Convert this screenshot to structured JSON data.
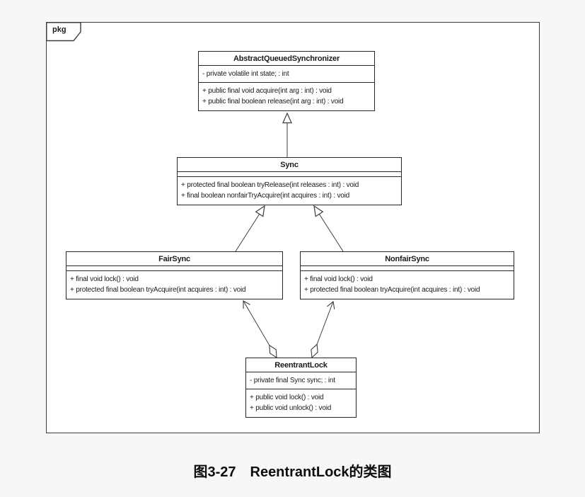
{
  "package": {
    "label": "pkg"
  },
  "caption": "图3-27　ReentrantLock的类图",
  "classes": [
    {
      "name": "AbstractQueuedSynchronizer",
      "attributes": [
        "- private volatile int state; : int"
      ],
      "methods": [
        "+ public final void acquire(int arg : int) : void",
        "+ public final boolean release(int arg : int) : void"
      ]
    },
    {
      "name": "Sync",
      "attributes": [],
      "methods": [
        "+ protected final boolean tryRelease(int releases : int) : void",
        "+ final boolean nonfairTryAcquire(int acquires : int) : void"
      ]
    },
    {
      "name": "FairSync",
      "attributes": [],
      "methods": [
        "+ final void lock() : void",
        "+ protected final boolean tryAcquire(int acquires : int) : void"
      ]
    },
    {
      "name": "NonfairSync",
      "attributes": [],
      "methods": [
        "+ final void lock() : void",
        "+ protected final boolean tryAcquire(int acquires : int) : void"
      ]
    },
    {
      "name": "ReentrantLock",
      "attributes": [
        "- private final Sync sync; : int"
      ],
      "methods": [
        "+ public void lock() : void",
        "+ public void unlock() : void"
      ]
    }
  ],
  "relationships": [
    {
      "from": "Sync",
      "to": "AbstractQueuedSynchronizer",
      "type": "generalization"
    },
    {
      "from": "FairSync",
      "to": "Sync",
      "type": "generalization"
    },
    {
      "from": "NonfairSync",
      "to": "Sync",
      "type": "generalization"
    },
    {
      "from": "ReentrantLock",
      "to": "FairSync",
      "type": "aggregation"
    },
    {
      "from": "ReentrantLock",
      "to": "NonfairSync",
      "type": "aggregation"
    }
  ],
  "colors": {
    "page_background": "#f7f7f8",
    "diagram_background": "#ffffff",
    "line": "#3d3d3d",
    "text": "#111111"
  }
}
